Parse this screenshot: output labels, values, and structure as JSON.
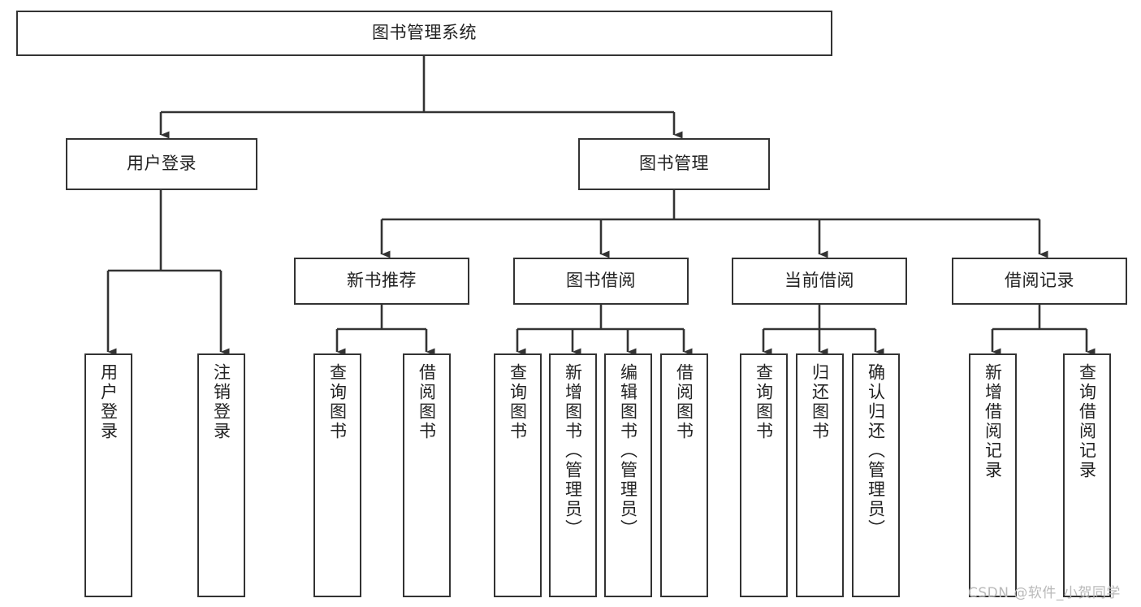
{
  "diagram": {
    "title": "图书管理系统",
    "type": "tree-hierarchy-chart",
    "colors": {
      "box_border": "#333333",
      "box_fill": "#ffffff",
      "connector": "#333333",
      "text": "#222222",
      "watermark": "#b9b9b9",
      "background": "#ffffff"
    },
    "root": {
      "label": "图书管理系统"
    },
    "level2": [
      {
        "label": "用户登录"
      },
      {
        "label": "图书管理"
      }
    ],
    "level3": [
      {
        "label": "新书推荐"
      },
      {
        "label": "图书借阅"
      },
      {
        "label": "当前借阅"
      },
      {
        "label": "借阅记录"
      }
    ],
    "leaves": {
      "user_login": [
        {
          "label": "用户登录"
        },
        {
          "label": "注销登录"
        }
      ],
      "new_book_recommend": [
        {
          "label": "查询图书"
        },
        {
          "label": "借阅图书"
        }
      ],
      "book_borrow": [
        {
          "label": "查询图书"
        },
        {
          "label": "新增图书（管理员）"
        },
        {
          "label": "编辑图书（管理员）"
        },
        {
          "label": "借阅图书"
        }
      ],
      "current_borrow": [
        {
          "label": "查询图书"
        },
        {
          "label": "归还图书"
        },
        {
          "label": "确认归还（管理员）"
        }
      ],
      "borrow_record": [
        {
          "label": "新增借阅记录"
        },
        {
          "label": "查询借阅记录"
        }
      ]
    }
  },
  "watermark": {
    "text": "CSDN @软件_小贺同学"
  }
}
